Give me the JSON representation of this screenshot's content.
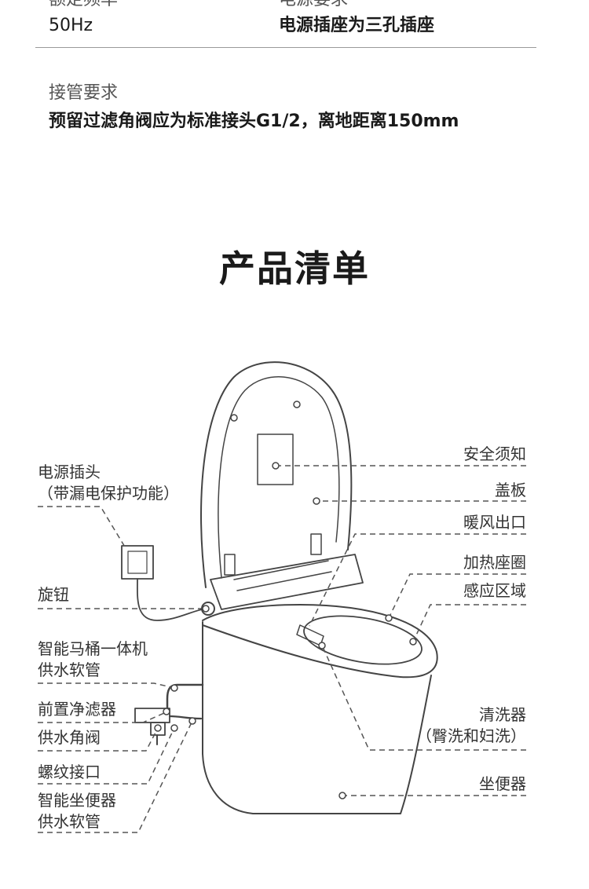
{
  "specs": {
    "rated_frequency_label": "额定频率",
    "power_requirement_label": "电源要求",
    "rated_frequency_value": "50Hz",
    "power_requirement_value": "电源插座为三孔插座",
    "pipe_requirement_label": "接管要求",
    "pipe_requirement_value": "预留过滤角阀应为标准接头G1/2，离地距离150mm"
  },
  "section_title": "产品清单",
  "callouts": {
    "safety_notice": "安全须知",
    "lid": "盖板",
    "warm_air_outlet": "暖风出口",
    "heated_seat": "加热座圈",
    "sensor_area": "感应区域",
    "washer": [
      "清洗器",
      "（臀洗和妇洗）"
    ],
    "toilet_bowl": "坐便器",
    "power_plug": [
      "电源插头",
      "（带漏电保护功能）"
    ],
    "knob": "旋钮",
    "integrated_supply_hose": [
      "智能马桶一体机",
      "供水软管"
    ],
    "pre_filter": "前置净滤器",
    "angle_valve": "供水角阀",
    "threaded_connector": "螺纹接口",
    "seat_supply_hose": [
      "智能坐便器",
      "供水软管"
    ]
  },
  "colors": {
    "text": "#222222",
    "line": "#444444",
    "divider": "#9a9a9a"
  }
}
